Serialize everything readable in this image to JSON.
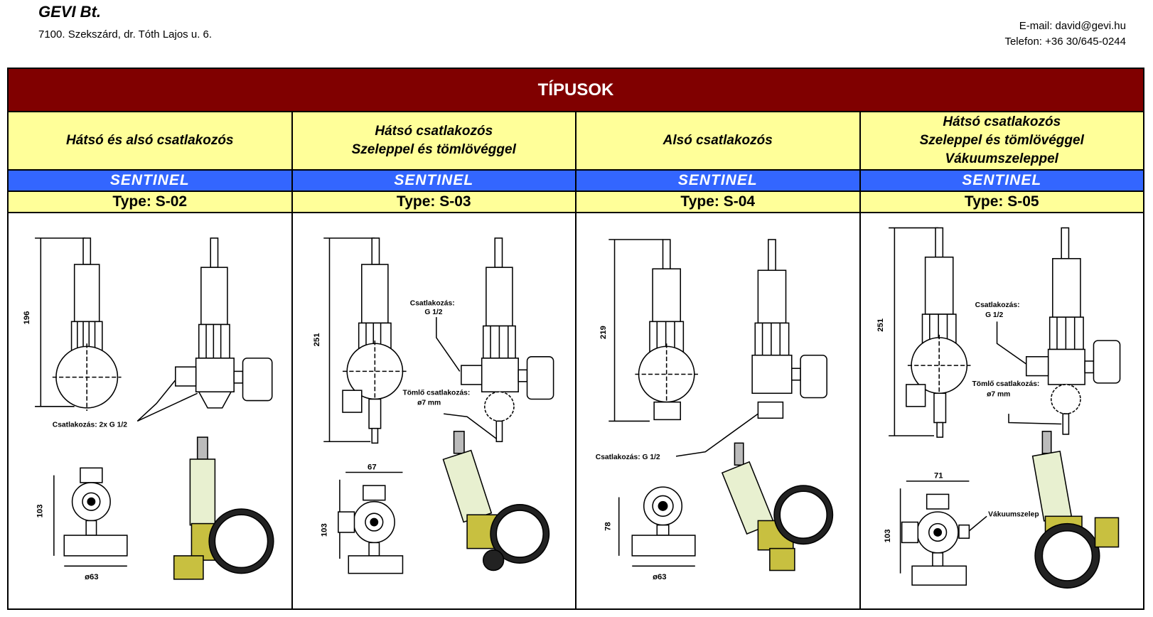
{
  "header": {
    "company": "GEVI Bt.",
    "address": "7100. Szekszárd, dr. Tóth Lajos u. 6.",
    "email": "E-mail: david@gevi.hu",
    "phone": "Telefon: +36 30/645-0244"
  },
  "table": {
    "title": "TÍPUSOK",
    "columns": [
      {
        "description": [
          "Hátsó és alsó csatlakozós"
        ],
        "brand": "SENTINEL",
        "type": "Type: S-02",
        "dims": {
          "height": "196",
          "bottom_height": "103",
          "diameter": "ø63"
        },
        "labels": [
          "Csatlakozás: 2x G 1/2"
        ]
      },
      {
        "description": [
          "Hátsó csatlakozós",
          "Szeleppel és tömlövéggel"
        ],
        "brand": "SENTINEL",
        "type": "Type: S-03",
        "dims": {
          "height": "251",
          "bottom_height": "103",
          "width": "67"
        },
        "labels": [
          "Csatlakozás:",
          "G 1/2",
          "Tömlő csatlakozás:",
          "ø7 mm"
        ]
      },
      {
        "description": [
          "Alsó csatlakozós"
        ],
        "brand": "SENTINEL",
        "type": "Type: S-04",
        "dims": {
          "height": "219",
          "bottom_height": "78",
          "diameter": "ø63"
        },
        "labels": [
          "Csatlakozás: G 1/2"
        ]
      },
      {
        "description": [
          "Hátsó csatlakozós",
          "Szeleppel és tömlövéggel",
          "Vákuumszeleppel"
        ],
        "brand": "SENTINEL",
        "type": "Type: S-05",
        "dims": {
          "height": "251",
          "bottom_height": "103",
          "width": "71"
        },
        "labels": [
          "Csatlakozás:",
          "G 1/2",
          "Tömlő csatlakozás:",
          "ø7 mm",
          "Vákuumszelep"
        ]
      }
    ]
  }
}
